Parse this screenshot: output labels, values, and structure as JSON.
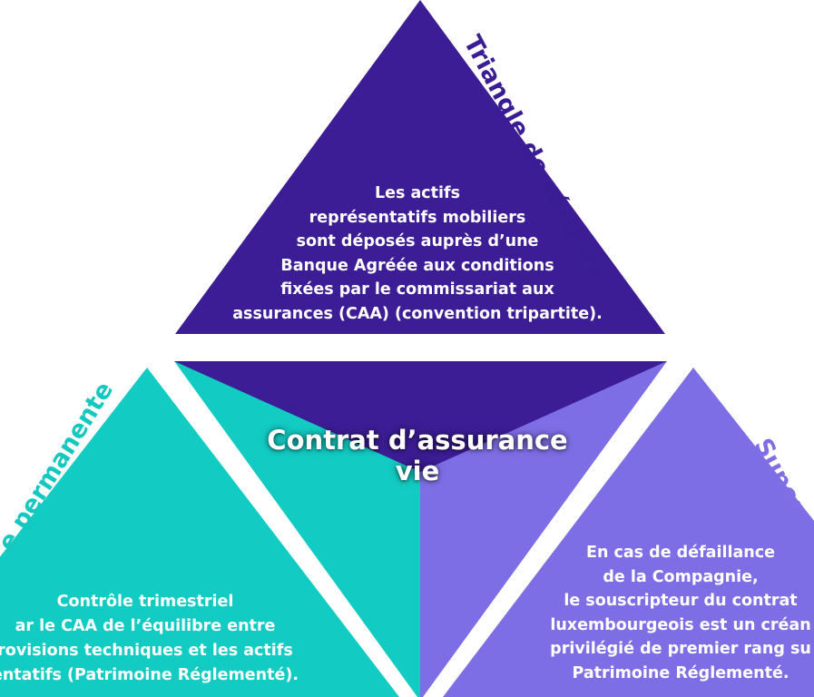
{
  "colors": {
    "top_triangle": "#3c1d95",
    "left_triangle": "#12cbc2",
    "right_triangle": "#7e6ee5",
    "text": "#ffffff",
    "background": "#ffffff"
  },
  "center": {
    "title_line1": "Contrat d’assurance",
    "title_line2": "vie"
  },
  "top_section": {
    "label": "Triangle de sécurité",
    "lines": [
      "Les actifs",
      "représentatifs mobiliers",
      "sont déposés auprès d’une",
      "Banque Agréée aux conditions",
      "fixées par le commissariat aux",
      "assurances (CAA) (convention tripartite)."
    ]
  },
  "left_section": {
    "label": "e permanente",
    "lines": [
      "Contrôle trimestriel",
      "ar le CAA de l’équilibre entre",
      "rovisions techniques et les actifs",
      "entatifs (Patrimoine Réglementé)."
    ]
  },
  "right_section": {
    "label": "Super",
    "lines": [
      "En cas de défaillance",
      "de la Compagnie,",
      "le souscripteur du contrat",
      "luxembourgeois est un créan",
      "privilégié de premier rang su",
      "Patrimoine Réglementé."
    ]
  }
}
